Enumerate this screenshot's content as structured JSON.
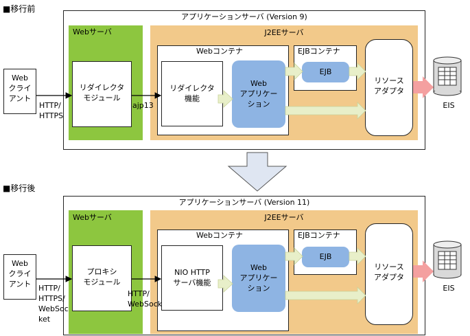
{
  "before": {
    "heading": "■移行前",
    "app_server_title": "アプリケーションサーバ (Version 9)",
    "web_server_label": "Webサーバ",
    "j2ee_server_label": "J2EEサーバ",
    "web_container_label": "Webコンテナ",
    "ejb_container_label": "EJBコンテナ",
    "client_label": "Web\nクライ\nアント",
    "client_protocol": "HTTP/\nHTTPS",
    "module_label": "リダイレクタ\nモジュール",
    "link_protocol": "ajp13",
    "function_label": "リダイレクタ\n機能",
    "web_app_label": "Web\nアプリケー\nション",
    "ejb_label": "EJB",
    "resource_adapter_label": "リソース\nアダプタ",
    "eis_label": "EIS"
  },
  "transition_arrow": "down-arrow",
  "after": {
    "heading": "■移行後",
    "app_server_title": "アプリケーションサーバ (Version 11)",
    "web_server_label": "Webサーバ",
    "j2ee_server_label": "J2EEサーバ",
    "web_container_label": "Webコンテナ",
    "ejb_container_label": "EJBコンテナ",
    "client_label": "Web\nクライ\nアント",
    "client_protocol": "HTTP/\nHTTPS/\nWebSoc\nket",
    "module_label": "プロキシ\nモジュール",
    "link_protocol": "HTTP/\nWebSocket",
    "function_label": "NIO HTTP\nサーバ機能",
    "web_app_label": "Web\nアプリケー\nション",
    "ejb_label": "EJB",
    "resource_adapter_label": "リソース\nアダプタ",
    "eis_label": "EIS"
  },
  "colors": {
    "web_server": "#8dc63f",
    "j2ee_server": "#f2c98a",
    "web_app": "#8eb4e3",
    "flow_arrow": "#e8efc9",
    "eis_arrow": "#f4a0a0"
  }
}
